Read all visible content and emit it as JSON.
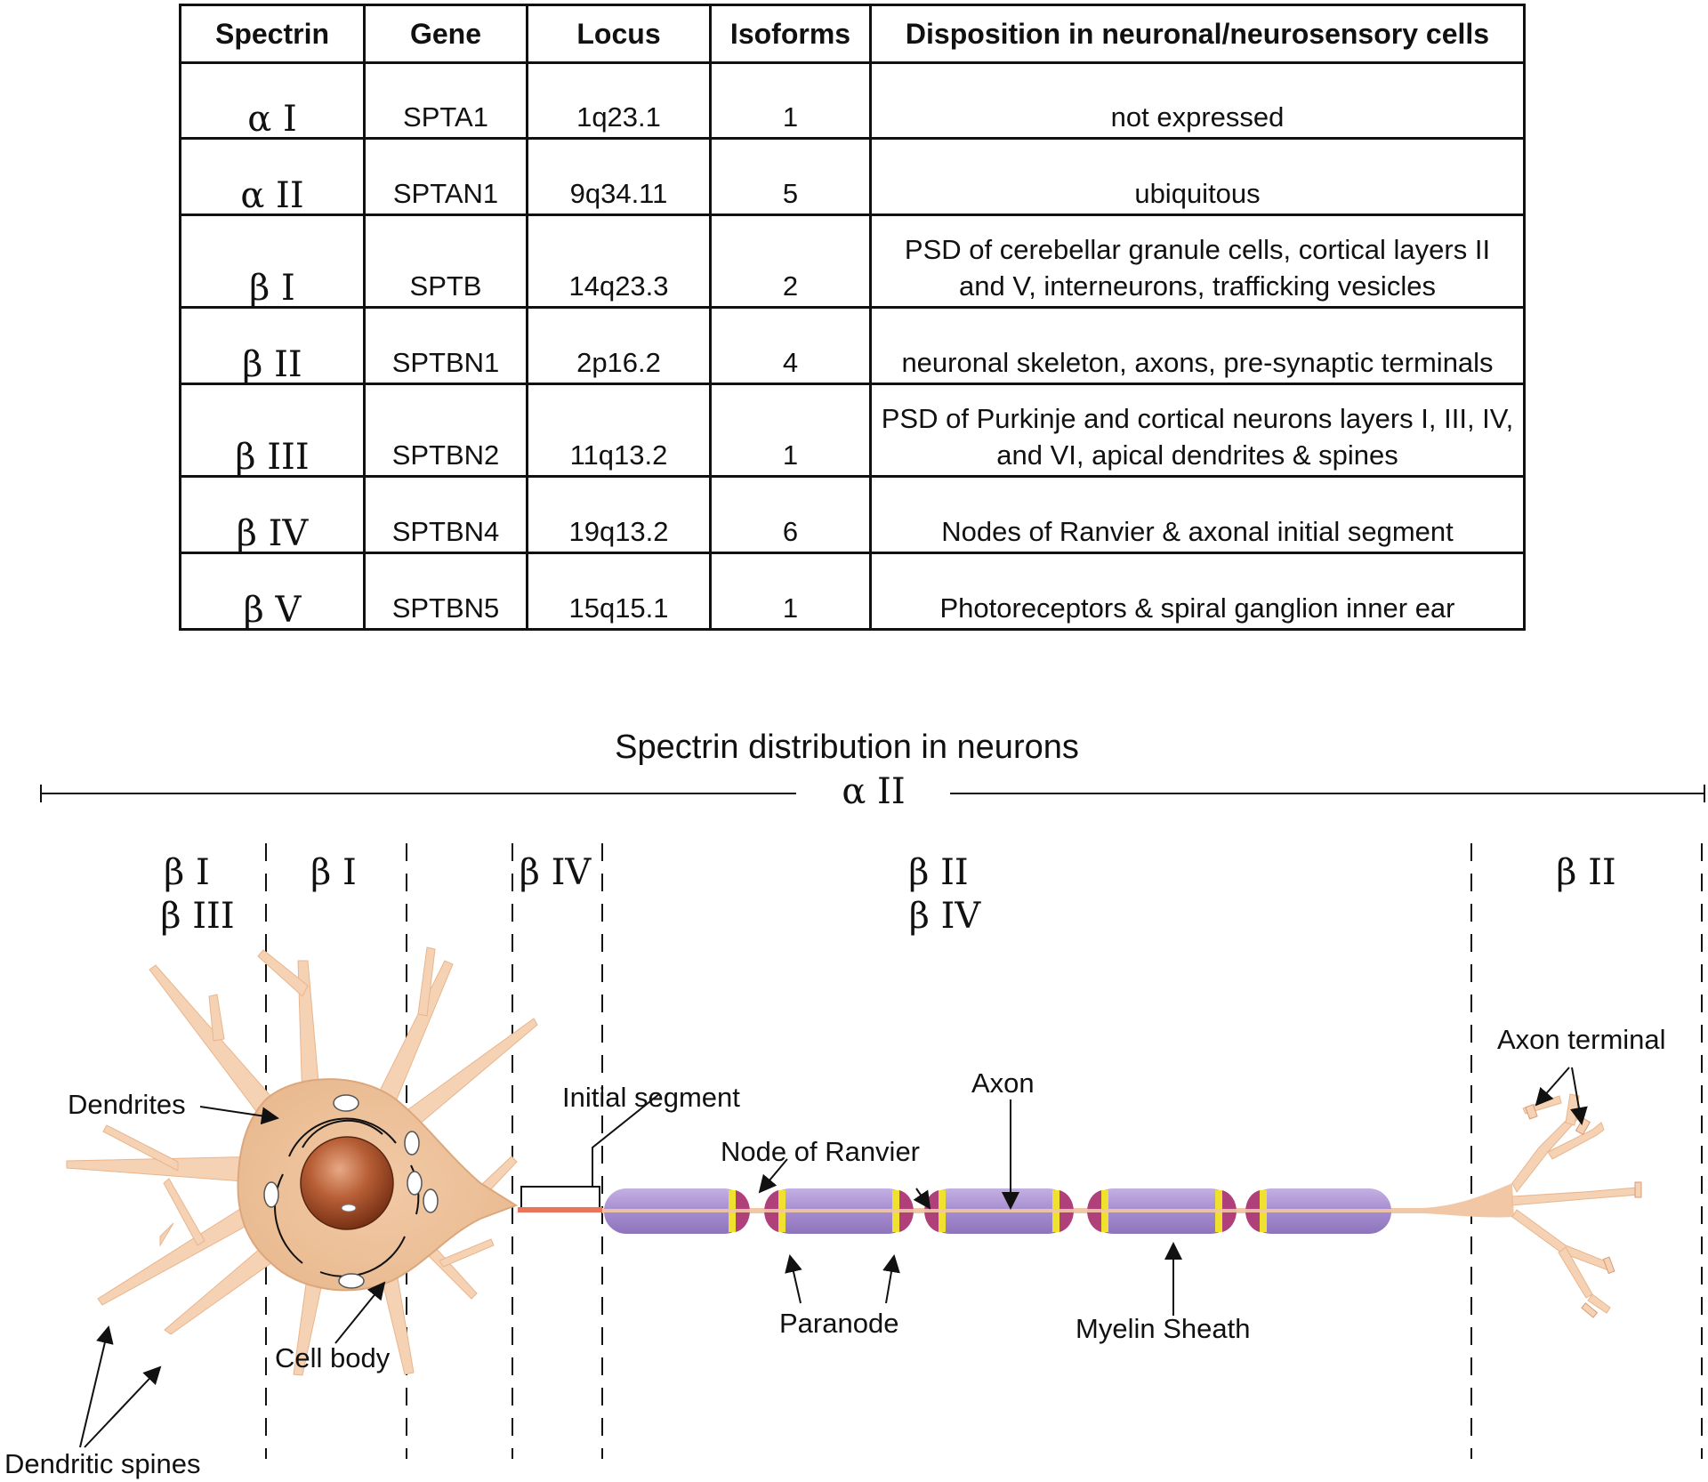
{
  "table": {
    "headers": [
      "Spectrin",
      "Gene",
      "Locus",
      "Isoforms",
      "Disposition in neuronal/neurosensory cells"
    ],
    "rows": [
      {
        "spectrin": "α I",
        "gene": "SPTA1",
        "locus": "1q23.1",
        "isoforms": "1",
        "disposition": "not expressed"
      },
      {
        "spectrin": "α II",
        "gene": "SPTAN1",
        "locus": "9q34.11",
        "isoforms": "5",
        "disposition": "ubiquitous"
      },
      {
        "spectrin": "β I",
        "gene": "SPTB",
        "locus": "14q23.3",
        "isoforms": "2",
        "disposition": "PSD of cerebellar granule cells, cortical layers II and V, interneurons, trafficking vesicles"
      },
      {
        "spectrin": "β II",
        "gene": "SPTBN1",
        "locus": "2p16.2",
        "isoforms": "4",
        "disposition": "neuronal skeleton, axons, pre-synaptic terminals"
      },
      {
        "spectrin": "β III",
        "gene": "SPTBN2",
        "locus": "11q13.2",
        "isoforms": "1",
        "disposition": "PSD of Purkinje and cortical neurons layers I, III, IV, and VI, apical dendrites & spines"
      },
      {
        "spectrin": "β IV",
        "gene": "SPTBN4",
        "locus": "19q13.2",
        "isoforms": "6",
        "disposition": "Nodes of Ranvier & axonal initial segment"
      },
      {
        "spectrin": "β V",
        "gene": "SPTBN5",
        "locus": "15q15.1",
        "isoforms": "1",
        "disposition": "Photoreceptors & spiral ganglion inner ear"
      }
    ]
  },
  "diagram": {
    "title": "Spectrin distribution in neurons",
    "alpha_label": "α II",
    "regions": {
      "dendrites_line1": "β I",
      "dendrites_line2": "β III",
      "cell_body": "β I",
      "initial_segment": "β IV",
      "axon_line1": "β II",
      "axon_line2": "β IV",
      "terminal": "β II"
    },
    "labels": {
      "dendrites": "Dendrites",
      "dendritic_spines": "Dendritic spines",
      "cell_body": "Cell body",
      "initial_segment": "Initial segment",
      "node_of_ranvier": "Node of Ranvier",
      "axon": "Axon",
      "paranode": "Paranode",
      "myelin_sheath": "Myelin Sheath",
      "axon_terminal": "Axon terminal"
    }
  },
  "colors": {
    "cell": "#f6d2b4",
    "nucleus": "#8a3a1a",
    "myelin": "#a98fcf",
    "node": "#b0407a",
    "paranode": "#f0e030",
    "initial_segment": "#e8745a"
  }
}
